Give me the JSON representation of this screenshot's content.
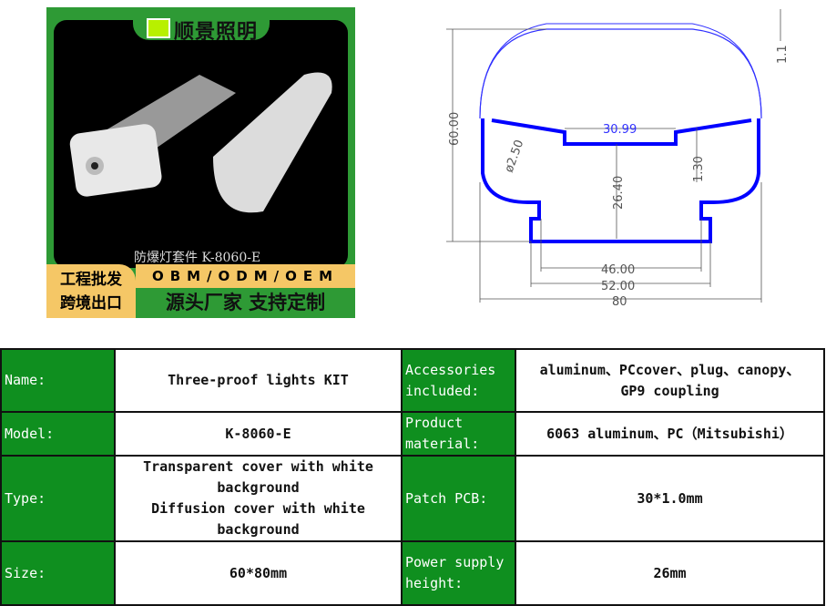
{
  "photo": {
    "brand": "顺景照明",
    "caption": "防爆灯套件  K-8060-E",
    "badge_lines": [
      "工程批发",
      "跨境出口"
    ],
    "obm": "OBM/ODM/OEM",
    "slogan": "源头厂家 支持定制"
  },
  "diagram": {
    "dims": {
      "height": "60.00",
      "width80": "80",
      "width52": "52.00",
      "width46": "46.00",
      "slot": "30.99",
      "inner": "26.40",
      "hole": "ø2.50",
      "step": "1.30",
      "top": "1.1"
    }
  },
  "table": {
    "rows": [
      {
        "l1": "Name:",
        "v1": [
          "Three-proof lights KIT"
        ],
        "l2": "Accessories included:",
        "v2": [
          "aluminum、PCcover、plug、canopy、",
          "GP9 coupling"
        ]
      },
      {
        "l1": "Model:",
        "v1": [
          "K-8060-E"
        ],
        "l2": "Product material:",
        "v2": [
          "6063 aluminum、PC（Mitsubishi）"
        ]
      },
      {
        "l1": "Type:",
        "v1": [
          "Transparent cover with white background",
          "Diffusion cover with white background"
        ],
        "l2": "Patch PCB:",
        "v2": [
          "30*1.0mm"
        ]
      },
      {
        "l1": "Size:",
        "v1": [
          "60*80mm"
        ],
        "l2": "Power supply height:",
        "v2": [
          "26mm"
        ]
      }
    ]
  },
  "colors": {
    "green": "#0f8f1f",
    "profile": "#0000ff"
  }
}
